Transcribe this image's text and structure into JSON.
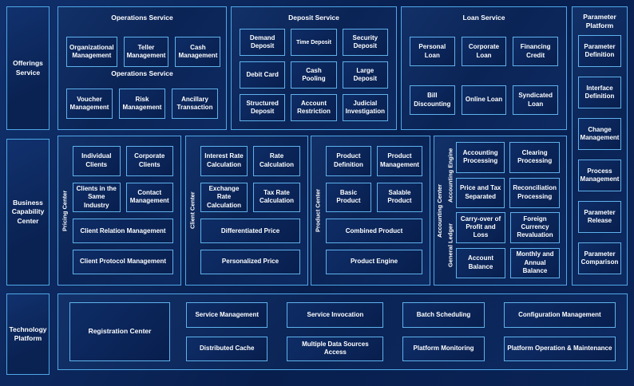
{
  "colors": {
    "background": "#0a2359",
    "panel_border": "#4fa8e8",
    "box_border": "#5fb2ec",
    "text_color": "#ffffff"
  },
  "rail": {
    "offerings": "Offerings Service",
    "business": "Business Capability Center",
    "technology": "Technology Platform"
  },
  "operations": {
    "title": "Operations Service",
    "subtitle": "Operations Service",
    "row1": [
      "Organizational Management",
      "Teller Management",
      "Cash Management"
    ],
    "row2": [
      "Voucher Management",
      "Risk Management",
      "Ancillary Transaction"
    ]
  },
  "deposit": {
    "title": "Deposit Service",
    "items": [
      "Demand Deposit",
      "Time Deposit",
      "Security Deposit",
      "Debit Card",
      "Cash Pooling",
      "Large Deposit",
      "Structured Deposit",
      "Account Restriction",
      "Judicial Investigation"
    ]
  },
  "loan": {
    "title": "Loan Service",
    "items": [
      "Personal Loan",
      "Corporate Loan",
      "Financing Credit",
      "Bill Discounting",
      "Online Loan",
      "Syndicated Loan"
    ]
  },
  "parameter": {
    "title": "Parameter Platform",
    "items": [
      "Parameter Definition",
      "Interface Definition",
      "Change Management",
      "Process Management",
      "Parameter Release",
      "Parameter Comparison"
    ]
  },
  "capability": {
    "panels": [
      {
        "label": "Pricing Center",
        "small": [
          "Individual Clients",
          "Corporate Clients",
          "Clients in the Same Industry",
          "Contact Management"
        ],
        "wide": [
          "Client Relation Management",
          "Client Protocol Management"
        ]
      },
      {
        "label": "Client Center",
        "small": [
          "Interest Rate Calculation",
          "Rate Calculation",
          "Exchange Rate Calculation",
          "Tax Rate Calculation"
        ],
        "wide": [
          "Differentiated Price",
          "Personalized Price"
        ]
      },
      {
        "label": "Product Center",
        "small": [
          "Product Definition",
          "Product Management",
          "Basic Product",
          "Salable Product"
        ],
        "wide": [
          "Combined Product",
          "Product Engine"
        ]
      }
    ],
    "accounting": {
      "label": "Accounting Center",
      "groups": [
        {
          "label": "Accounting Engine",
          "items": [
            "Accounting Processing",
            "Clearing Processing",
            "Price and Tax Separated",
            "Reconciliation Processing"
          ]
        },
        {
          "label": "General Ledger",
          "items": [
            "Carry-over of Profit and Loss",
            "Foreign Currency Revaluation",
            "Account Balance",
            "Monthly and Annual Balance"
          ]
        }
      ]
    }
  },
  "technology": {
    "registration": "Registration Center",
    "grid": [
      "Service Management",
      "Service Invocation",
      "Batch Scheduling",
      "Configuration Management",
      "Distributed Cache",
      "Multiple Data Sources Access",
      "Platform Monitoring",
      "Platform Operation & Maintenance"
    ]
  }
}
